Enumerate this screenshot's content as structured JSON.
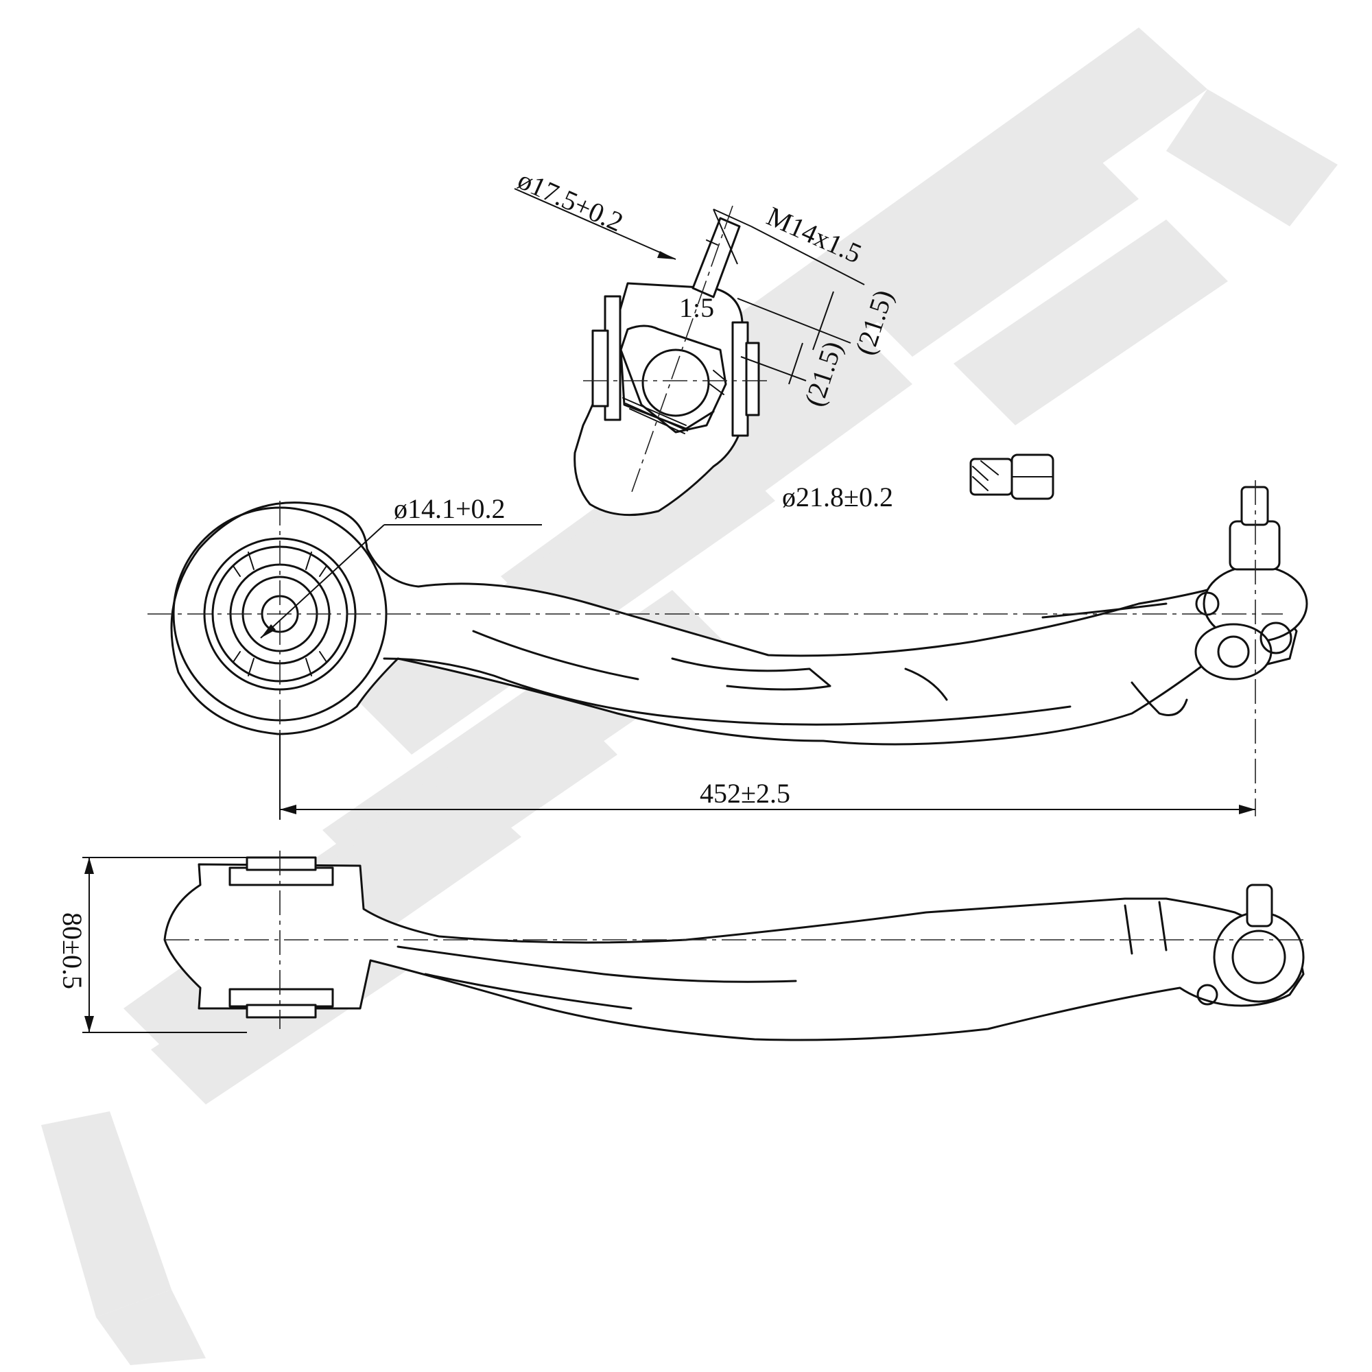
{
  "watermark": {
    "letters": "ZENNEK"
  },
  "dimensions": {
    "stud_diameter": "ø17.5+0.2",
    "thread": "M14x1.5",
    "stud_offset_a": "(21.5)",
    "stud_offset_b": "(21.5)",
    "taper": "1:5",
    "nut_diameter": "ø21.8±0.2",
    "bushing_bore": "ø14.1+0.2",
    "center_distance": "452±2.5",
    "height": "80±0.5"
  }
}
